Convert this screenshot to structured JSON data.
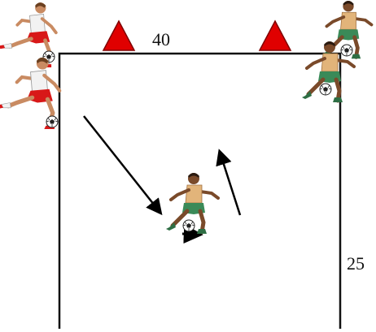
{
  "diagram": {
    "width_label": "40",
    "length_label": "25"
  },
  "players": [
    {
      "team": "white-red",
      "role": "kicking"
    },
    {
      "team": "white-red",
      "role": "kicking"
    },
    {
      "team": "tan-green",
      "role": "kicking"
    },
    {
      "team": "tan-green",
      "role": "kicking"
    },
    {
      "team": "tan-green",
      "role": "receiving"
    }
  ],
  "colors": {
    "field_line": "#111111",
    "cone": "#e00000",
    "arrow": "#000000",
    "team_a_shirt": "#f2f2f2",
    "team_a_shorts": "#d81818",
    "team_b_shirt": "#e2b47a",
    "team_b_shorts": "#3a8a58",
    "skin": "#8a5a3a"
  }
}
